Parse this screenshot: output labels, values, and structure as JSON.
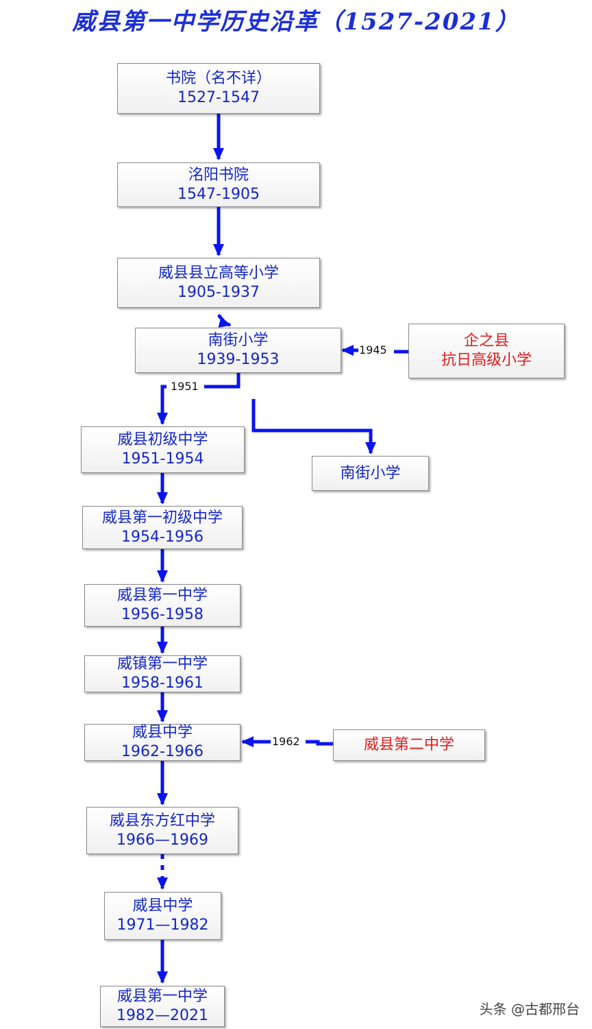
{
  "title": "威县第一中学历史沿革（1527-2021）",
  "nodes": [
    {
      "name": "书院（名不详）",
      "years": "1527-1547"
    },
    {
      "name": "洺阳书院",
      "years": "1547-1905"
    },
    {
      "name": "威县县立高等小学",
      "years": "1905-1937"
    },
    {
      "name": "南街小学",
      "years": "1939-1953"
    },
    {
      "name": "企之县",
      "years": "抗日高级小学"
    },
    {
      "name": "威县初级中学",
      "years": "1951-1954"
    },
    {
      "name": "南街小学"
    },
    {
      "name": "威县第一初级中学",
      "years": "1954-1956"
    },
    {
      "name": "威县第一中学",
      "years": "1956-1958"
    },
    {
      "name": "威镇第一中学",
      "years": "1958-1961"
    },
    {
      "name": "威县中学",
      "years": "1962-1966"
    },
    {
      "name": "威县第二中学"
    },
    {
      "name": "威县东方红中学",
      "years": "1966—1969"
    },
    {
      "name": "威县中学",
      "years": "1971—1982"
    },
    {
      "name": "威县第一中学",
      "years": "1982—2021"
    }
  ],
  "edge_labels": {
    "merge_1945": "1945",
    "split_1951": "1951",
    "merge_1962": "1962"
  },
  "watermark": "头条 @古都邢台",
  "colors": {
    "line": "#0a14ee",
    "text_blue": "#1326c7",
    "text_red": "#e31b1b"
  }
}
